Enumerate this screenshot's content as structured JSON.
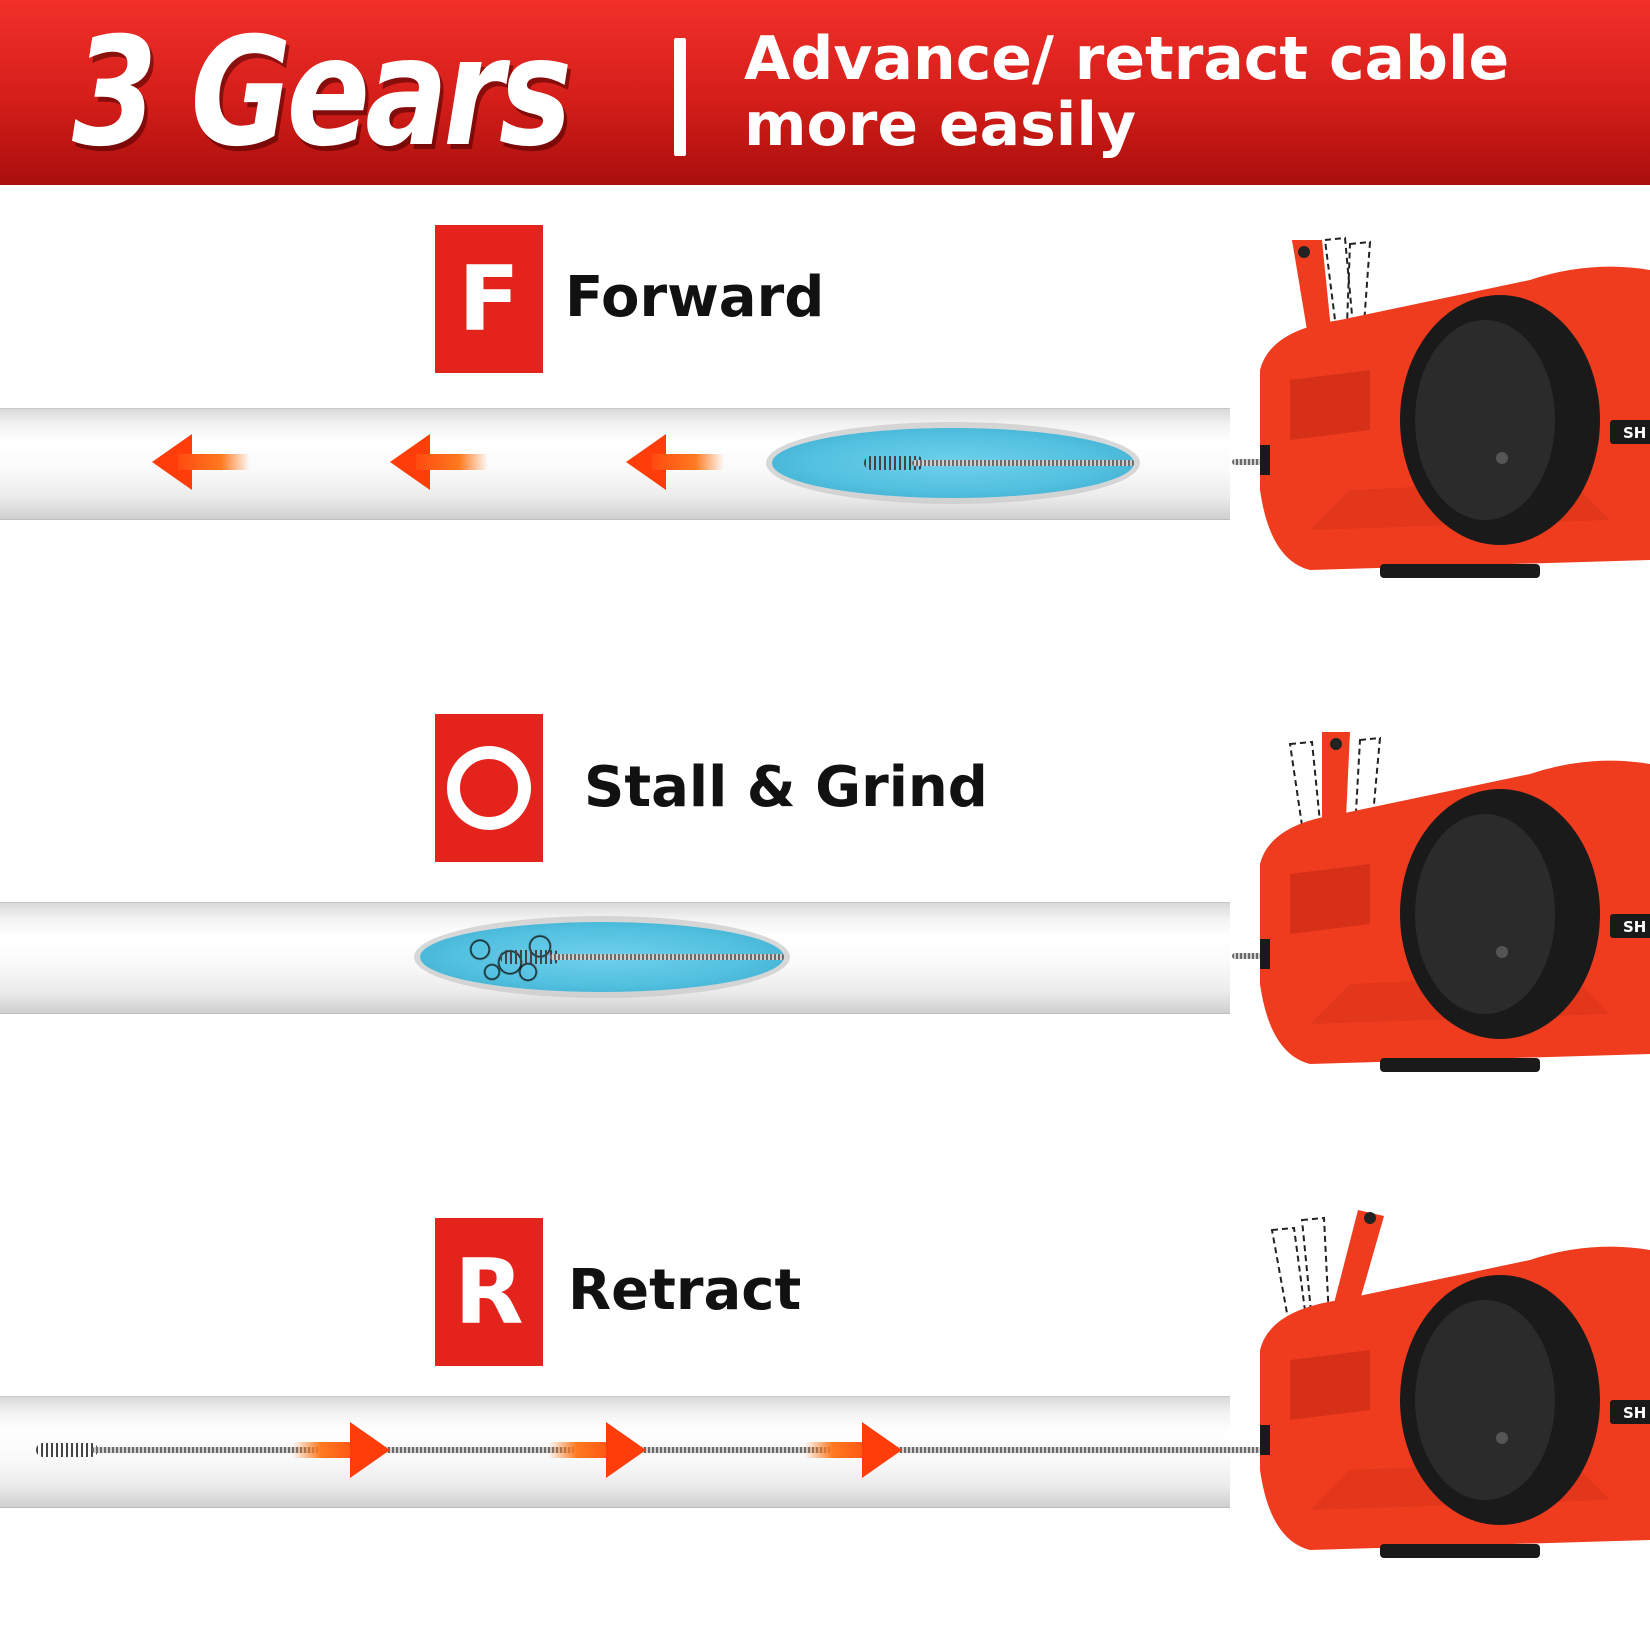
{
  "header": {
    "title": "3 Gears",
    "subtitle_line1": "Advance/ retract cable",
    "subtitle_line2": "more easily"
  },
  "gears": [
    {
      "letter": "F",
      "label": "Forward"
    },
    {
      "letter": "",
      "label": "Stall & Grind"
    },
    {
      "letter": "R",
      "label": "Retract"
    }
  ],
  "machine": {
    "brand_text": "SH"
  },
  "colors": {
    "banner_red": "#e3231c",
    "arrow_orange": "#ff3d0a",
    "window_blue": "#53c1e0",
    "machine_orange": "#f03c1e",
    "drum_black": "#1a1a1a"
  },
  "icons": {
    "forward_arrow": "arrow-left-icon",
    "retract_arrow": "arrow-right-icon",
    "stall_mark": "ring-icon"
  }
}
